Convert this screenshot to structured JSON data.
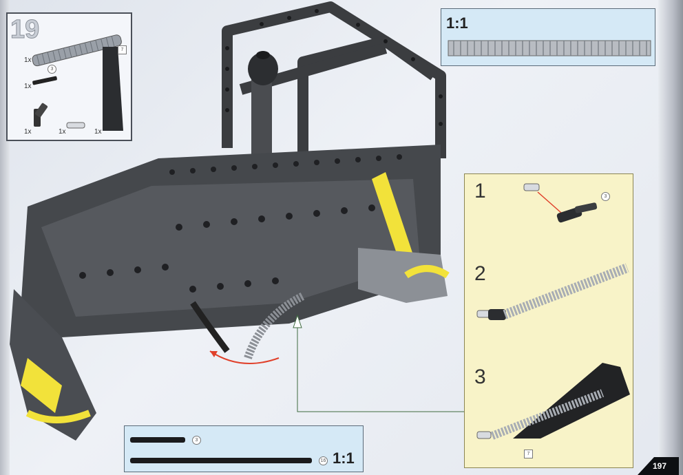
{
  "page": {
    "step_number": "19",
    "page_number": "197"
  },
  "parts_list": {
    "items": [
      {
        "name": "flex-axle",
        "qty": "1x"
      },
      {
        "name": "axle-short",
        "qty": "1x",
        "ref": "3"
      },
      {
        "name": "angle-connector",
        "qty": "1x"
      },
      {
        "name": "axle-pin",
        "qty": "1x"
      },
      {
        "name": "black-panel",
        "qty": "1x",
        "ref": "7"
      }
    ]
  },
  "scale_top": {
    "label": "1:1"
  },
  "substeps": [
    {
      "number": "1",
      "ref": "3"
    },
    {
      "number": "2"
    },
    {
      "number": "3",
      "ref": "7"
    }
  ],
  "scale_bottom": {
    "label": "1:1",
    "items": [
      {
        "ref": "3"
      },
      {
        "ref": "16"
      }
    ]
  },
  "colors": {
    "scale_box": "#d5e9f6",
    "substep_box": "#f8f3c8",
    "model_dark": "#3b3d40",
    "accent_yellow": "#f2e23a",
    "arrow_red": "#e0402a"
  }
}
